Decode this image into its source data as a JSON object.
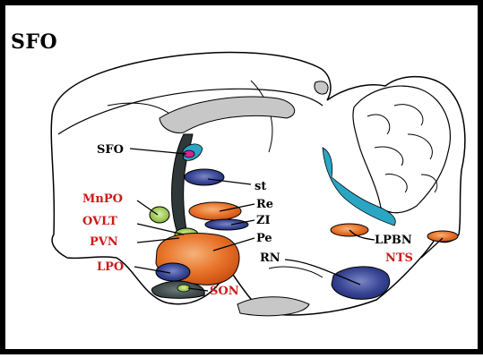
{
  "title": "SFO",
  "colors": {
    "red_label": "#cc1a1a",
    "black_label": "#000000",
    "blue_nucleus": "#2b3a86",
    "orange_nucleus": "#e2631c",
    "green_nucleus": "#8bbf3a",
    "ventricle": "#2aa6c4",
    "gray_fill": "#c7c7c7"
  },
  "labels": {
    "sfo": "SFO",
    "st": "st",
    "re": "Re",
    "zi": "ZI",
    "pe": "Pe",
    "rn": "RN",
    "mnpo": "MnPO",
    "ovlt": "OVLT",
    "pvn": "PVN",
    "lpo": "LPO",
    "son": "SON",
    "lpbn": "LPBN",
    "nts": "NTS"
  }
}
